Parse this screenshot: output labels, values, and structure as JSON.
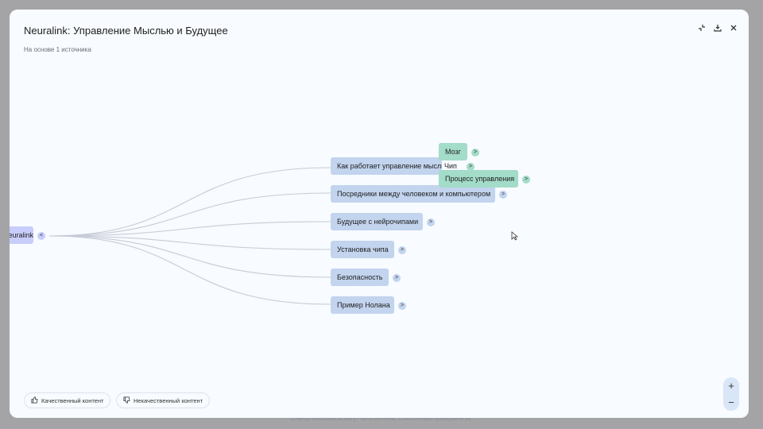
{
  "header": {
    "title": "Neuralink: Управление Мыслью и Будущее",
    "subtitle": "На основе 1 источника"
  },
  "icons": {
    "collapse": "collapse-icon",
    "download": "download-icon",
    "close": "close-icon"
  },
  "mindmap": {
    "root": {
      "label": "Neuralink",
      "toggle": "<"
    },
    "branches": [
      {
        "label": "Как работает управление мыслью",
        "toggle": ">"
      },
      {
        "label": "Посредники между человеком и компьютером",
        "toggle": ">"
      },
      {
        "label": "Будущее с нейрочипами",
        "toggle": ">"
      },
      {
        "label": "Установка чипа",
        "toggle": ">"
      },
      {
        "label": "Безопасность",
        "toggle": ">"
      },
      {
        "label": "Пример Нолана",
        "toggle": ">"
      }
    ],
    "subbranches": [
      {
        "label": "Мозг",
        "toggle": ">"
      },
      {
        "label": "Чип",
        "toggle": ">"
      },
      {
        "label": "Процесс управления",
        "toggle": ">"
      }
    ]
  },
  "feedback": {
    "good": "Качественный контент",
    "bad": "Некачественный контент"
  },
  "zoom": {
    "in": "+",
    "out": "−"
  },
  "footer": "Ответы NotebookLM могут быть неточны. Обязательно проверяйте их.",
  "colors": {
    "root_node": "#c9cdfb",
    "branch_node": "#c2d4ee",
    "sub_node": "#a3dcc8",
    "edge": "#c7cbd6"
  }
}
